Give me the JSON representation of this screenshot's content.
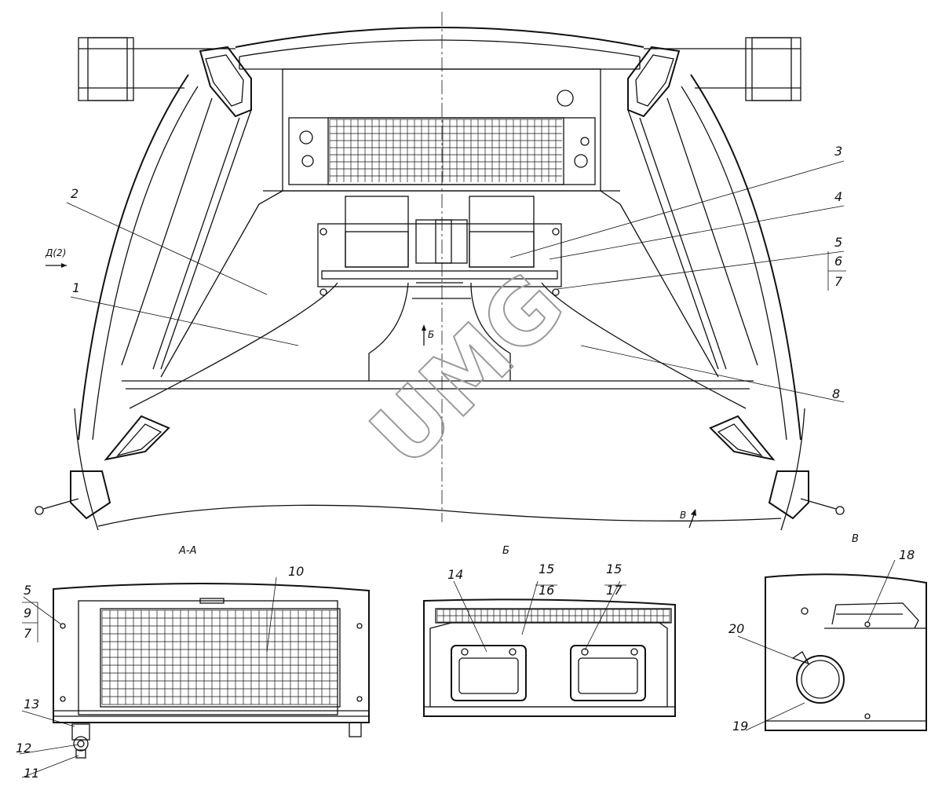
{
  "callouts": {
    "c1": "1",
    "c2": "2",
    "c3": "3",
    "c4": "4",
    "c5": "5",
    "c6": "6",
    "c7": "7",
    "c8": "8",
    "c5b": "5",
    "c9": "9",
    "c7b": "7",
    "c10": "10",
    "c11": "11",
    "c12": "12",
    "c13": "13",
    "c14": "14",
    "c15a": "15",
    "c16": "16",
    "c15b": "15",
    "c17": "17",
    "c18": "18",
    "c19": "19",
    "c20": "20"
  },
  "view_labels": {
    "section_aa": "А-А",
    "view_b": "Б",
    "view_v": "В",
    "arrow_d": "Д(2)",
    "arrow_b": "Б",
    "arrow_v": "В"
  },
  "watermark": "UMG"
}
